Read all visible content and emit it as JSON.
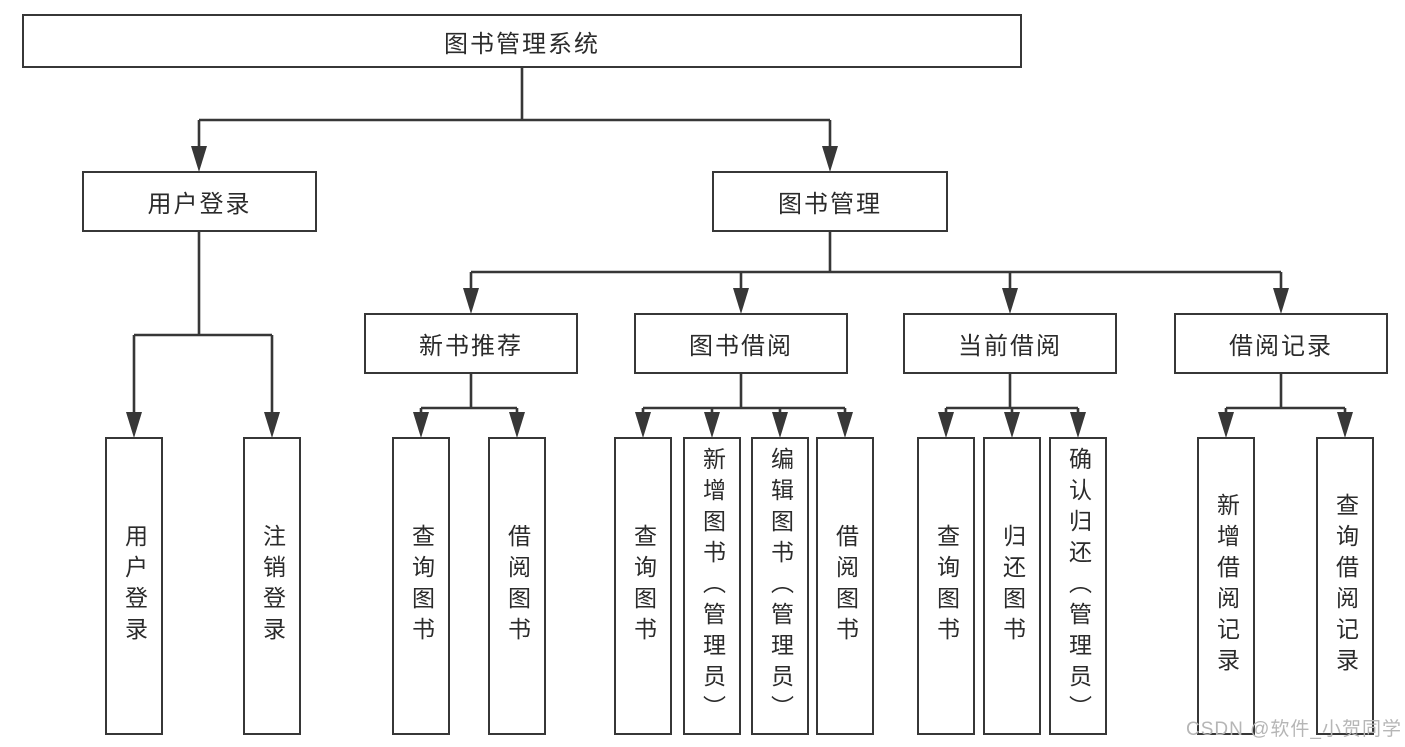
{
  "diagram": {
    "kind": "functional-structure-tree",
    "tree": {
      "root": {
        "label": "图书管理系统",
        "children": [
          {
            "label": "用户登录",
            "children": [
              {
                "label": "用户登录"
              },
              {
                "label": "注销登录"
              }
            ]
          },
          {
            "label": "图书管理",
            "children": [
              {
                "label": "新书推荐",
                "children": [
                  {
                    "label": "查询图书"
                  },
                  {
                    "label": "借阅图书"
                  }
                ]
              },
              {
                "label": "图书借阅",
                "children": [
                  {
                    "label": "查询图书"
                  },
                  {
                    "label": "新增图书（管理员）"
                  },
                  {
                    "label": "编辑图书（管理员）"
                  },
                  {
                    "label": "借阅图书"
                  }
                ]
              },
              {
                "label": "当前借阅",
                "children": [
                  {
                    "label": "查询图书"
                  },
                  {
                    "label": "归还图书"
                  },
                  {
                    "label": "确认归还（管理员）"
                  }
                ]
              },
              {
                "label": "借阅记录",
                "children": [
                  {
                    "label": "新增借阅记录"
                  },
                  {
                    "label": "查询借阅记录"
                  }
                ]
              }
            ]
          }
        ]
      }
    },
    "colors": {
      "line": "#373737",
      "node_border": "#373737",
      "node_text": "#2b2b2b",
      "background": "#ffffff",
      "watermark_text": "#b6b6b6"
    }
  },
  "watermark": {
    "text": "CSDN @软件_小贺同学"
  }
}
